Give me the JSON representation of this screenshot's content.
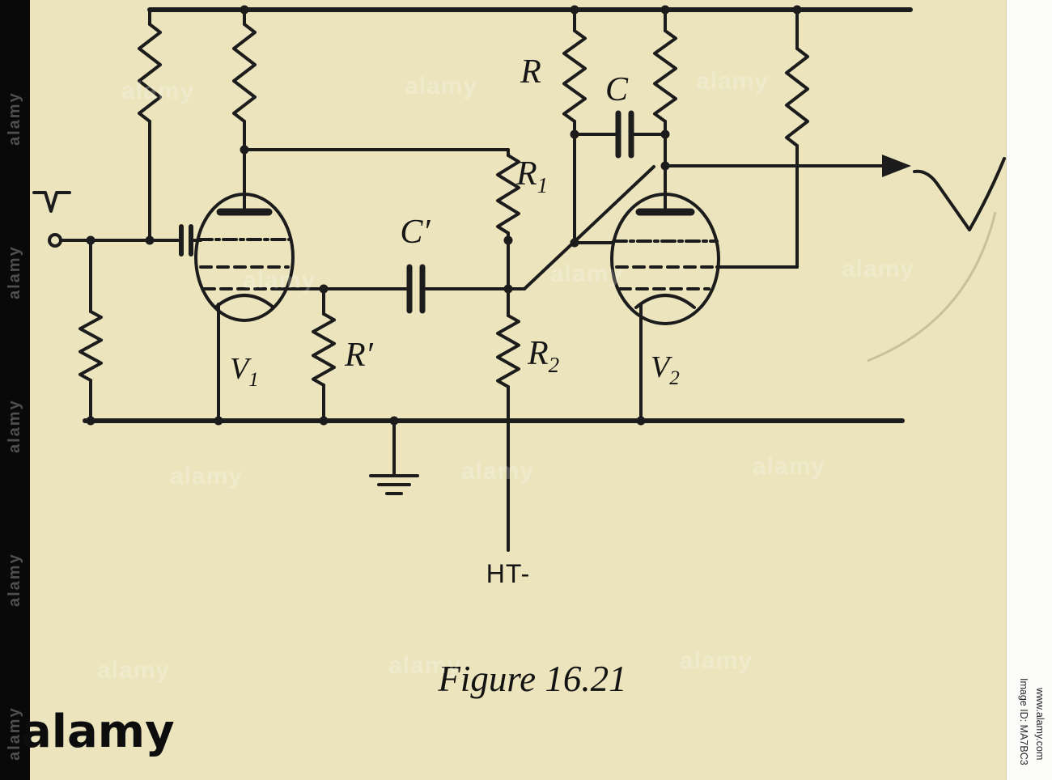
{
  "colors": {
    "paper": "#ebe4bd",
    "ink": "#1c1c1c",
    "side_bar": "#0a0a0a",
    "right_bar": "#fcfcfb"
  },
  "watermark": {
    "brand_logo": "alamy",
    "tile_text": "alamy",
    "bar_text": "alamy",
    "image_id": "Image ID: MA7BC3",
    "website": "www.alamy.com"
  },
  "diagram": {
    "caption": "Figure 16.21",
    "supply_label": "HT-",
    "labels": {
      "r": "R",
      "c": "C",
      "r1_base": "R",
      "r1_sub": "1",
      "r2_base": "R",
      "r2_sub": "2",
      "r_prime": "R′",
      "c_prime": "C′",
      "v1_base": "V",
      "v1_sub": "1",
      "v2_base": "V",
      "v2_sub": "2"
    }
  }
}
